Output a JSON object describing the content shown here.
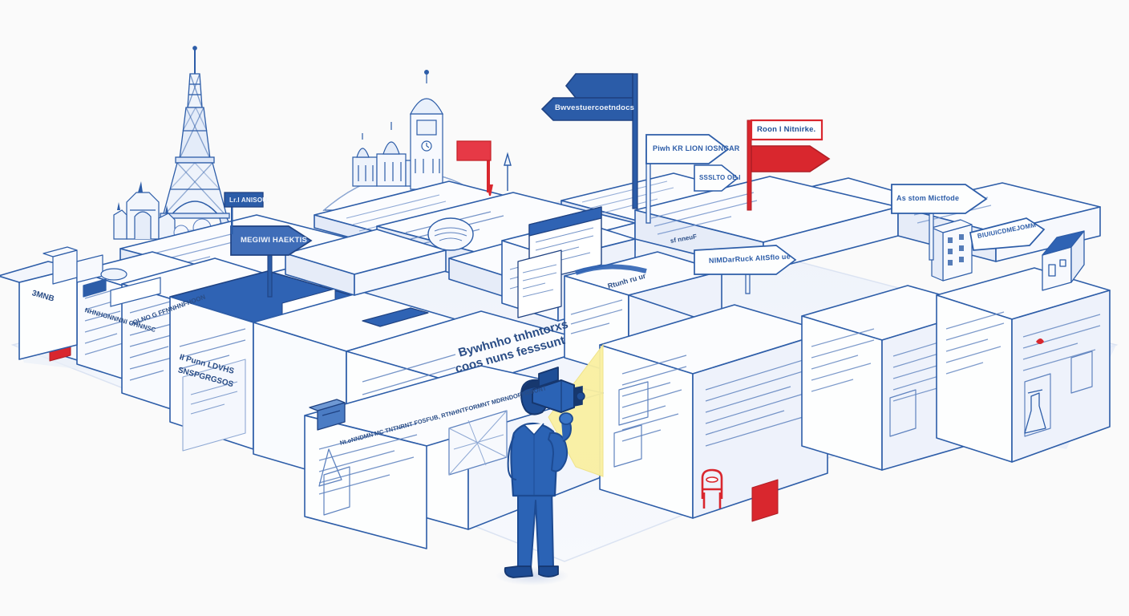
{
  "scene": {
    "title": "Isometric maze of documents with signposts and a person filming",
    "background_color": "#fafafa",
    "ground_color": "#f4f6fb",
    "ground_shadow_color": "#e4eaf5"
  },
  "palette": {
    "outline_dark": "#1f3f73",
    "outline_mid": "#2d5da8",
    "outline_light": "#8fa9d4",
    "paper_white": "#fbfcfe",
    "paper_shade": "#e8eefa",
    "paper_shade_deep": "#d6e0f3",
    "accent_blue": "#2b5ca8",
    "accent_blue_dark": "#1d4party",
    "accent_blue_solid": "#2f63b4",
    "accent_red": "#d9272e",
    "accent_red_soft": "#e63946",
    "accent_yellow": "#f7e98e",
    "suit_blue": "#2b63b5",
    "suit_blue_dark": "#1d4b93",
    "hair_dark": "#17386e"
  },
  "landmarks": [
    {
      "name": "eiffel-tower",
      "label": "Eiffel Tower silhouette"
    },
    {
      "name": "basilica-sacre-coeur",
      "label": "Basilica on a hill silhouette"
    },
    {
      "name": "clock-tower",
      "label": "Clock tower silhouette"
    },
    {
      "name": "arc-monument",
      "label": "Arch monument silhouette"
    }
  ],
  "signposts": [
    {
      "id": "sign-blue-left-arrow-top",
      "text": "",
      "style": "solid-blue",
      "direction": "left",
      "has_text": false
    },
    {
      "id": "sign-blue-left-arrow-labeled",
      "text": "Bwvestuercoetndocs",
      "style": "solid-blue",
      "direction": "left",
      "has_text": true
    },
    {
      "id": "sign-white-right-arrow-upper",
      "text": "Piwh KR LION IOSNCAR",
      "style": "outline-white",
      "direction": "right",
      "has_text": true
    },
    {
      "id": "sign-white-right-arrow-small",
      "text": "SSSLTO OE.I",
      "style": "outline-white",
      "direction": "right",
      "has_text": true
    },
    {
      "id": "sign-red-flag-label",
      "text": "Roon l Nitnirke.",
      "style": "outline-white-red-border",
      "direction": "none",
      "has_text": true
    },
    {
      "id": "sign-red-arrow-blank",
      "text": "",
      "style": "solid-red",
      "direction": "right",
      "has_text": false
    },
    {
      "id": "sign-white-right-arrow-far-right",
      "text": "As stom Mictfode",
      "style": "outline-white",
      "direction": "right",
      "has_text": true
    },
    {
      "id": "sign-white-right-arrow-lower-right",
      "text": "BIUIUICDMEJOMM",
      "style": "outline-white",
      "direction": "right",
      "has_text": true
    },
    {
      "id": "sign-white-right-arrow-center",
      "text": "NIMDarRuck AItSfIo ue",
      "style": "outline-white",
      "direction": "right",
      "has_text": true
    },
    {
      "id": "sign-blue-right-arrow-left",
      "text": "MEGIWI HAEKTIS",
      "style": "solid-blue",
      "direction": "right",
      "has_text": true
    },
    {
      "id": "sign-blue-plaque-eiffel",
      "text": "Lr.I ANISOU.",
      "style": "solid-blue-plaque",
      "direction": "none",
      "has_text": true
    }
  ],
  "document_titles": [
    {
      "id": "doc-center-main",
      "line1": "Bywhnho tnhntorxs",
      "line2": "coos nuns fesssunt"
    },
    {
      "id": "doc-center-front",
      "text": "Nt.oNNDMN MC TNTNRNT FOSFUB, RTNHNTFORMNT    MDRNDOFFRMONT"
    },
    {
      "id": "doc-left-tall",
      "line1": "Il Punn LDVHS",
      "line2": "SNSPGRGSOS"
    },
    {
      "id": "doc-left-edge",
      "text": "3MNB"
    },
    {
      "id": "doc-left-second",
      "text": "NHNHONNNNI OHNNSC"
    },
    {
      "id": "doc-left-third",
      "text": "OLNO G FFNNHNFHOON"
    },
    {
      "id": "doc-right-curve",
      "text": "Rtunh ru ur"
    },
    {
      "id": "doc-mid-right",
      "text": "sf nneuF"
    }
  ],
  "person": {
    "name": "person-with-camera",
    "description": "Person in blue suit seen from behind, holding a video camera",
    "light_beam": "yellow-light-cone"
  },
  "props": [
    {
      "name": "red-chair",
      "color": "#d9272e"
    },
    {
      "name": "red-placard",
      "color": "#d9272e"
    },
    {
      "name": "red-flag-pole-left",
      "color": "#d9272e"
    },
    {
      "name": "red-flag-pole-right",
      "color": "#d9272e"
    },
    {
      "name": "paper-stack",
      "color": "#fbfcfe"
    },
    {
      "name": "stamp-seal-icon",
      "color": "#2d5da8"
    },
    {
      "name": "house-icon",
      "color": "#2b5ca8"
    },
    {
      "name": "building-icon",
      "color": "#2d5da8"
    },
    {
      "name": "beaker-icon",
      "color": "#2d5da8"
    },
    {
      "name": "folder-icon",
      "color": "#2d5da8"
    }
  ]
}
